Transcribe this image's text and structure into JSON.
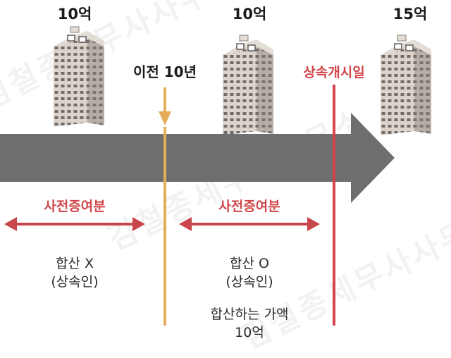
{
  "labels": {
    "price_1": "10억",
    "price_2": "10억",
    "price_3": "15억",
    "ten_years_before": "이전 10년",
    "inheritance_start": "상속개시일",
    "gift_left": "사전증여분",
    "gift_right": "사전증여분",
    "sum_x_line1": "합산 X",
    "sum_x_line2": "(상속인)",
    "sum_o_line1": "합산 O",
    "sum_o_line2": "(상속인)",
    "sum_value_line1": "합산하는 가액",
    "sum_value_line2": "10억"
  },
  "watermark": "김철종세무사사무소",
  "colors": {
    "timeline_arrow": "#6e6e6e",
    "marker_line": "#e5ad5a",
    "start_line": "#d2464b",
    "range_arrow": "#c8474b",
    "building_front": "#dcd4cc",
    "building_side": "#b8aea6",
    "window": "#5e5a58"
  },
  "icons": [
    "building-icon",
    "down-arrow-icon",
    "double-arrow-icon"
  ]
}
